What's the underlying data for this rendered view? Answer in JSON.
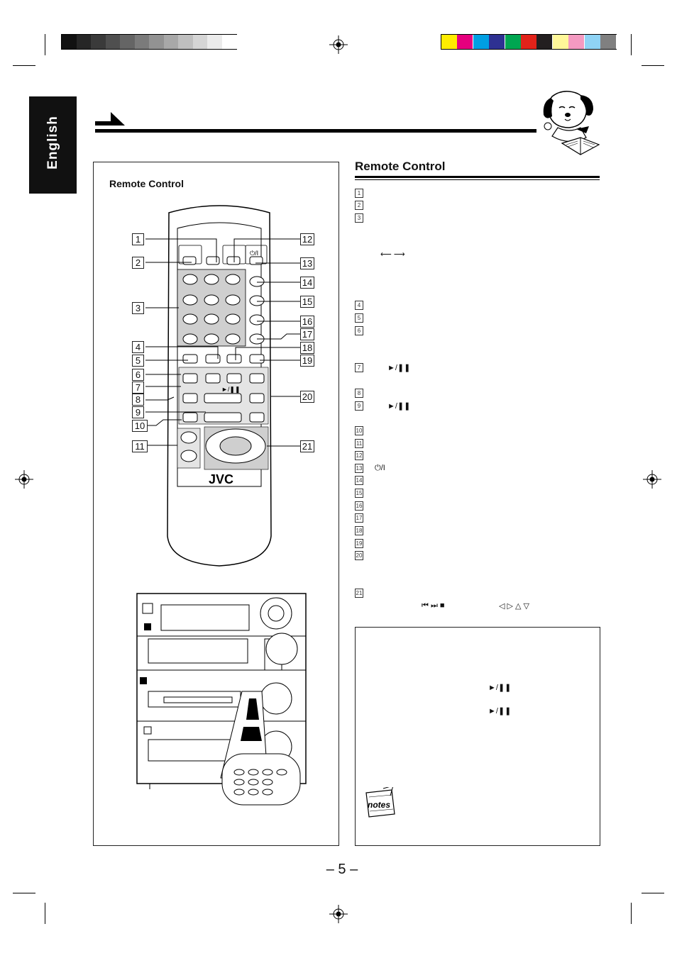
{
  "language_tab": "English",
  "left_panel": {
    "title": "Remote Control"
  },
  "right_section": {
    "title": "Remote Control"
  },
  "callouts_left": [
    "1",
    "2",
    "3",
    "4",
    "5",
    "6",
    "7",
    "8",
    "9",
    "10",
    "11"
  ],
  "callouts_right": [
    "12",
    "13",
    "14",
    "15",
    "16",
    "17",
    "18",
    "19",
    "20",
    "21"
  ],
  "item_numbers": [
    "1",
    "2",
    "3",
    "4",
    "5",
    "6",
    "7",
    "8",
    "9",
    "10",
    "11",
    "12",
    "13",
    "14",
    "15",
    "16",
    "17",
    "18",
    "19",
    "20",
    "21"
  ],
  "symbols": {
    "play_pause": "►/❚❚",
    "power": "⏻/I",
    "skip_group": "⏮  ⏭  ■",
    "cursor_group": "◁  ▷  △  ▽",
    "arrows": "⟵  ⟶"
  },
  "remote_labels": {
    "brand": "JVC",
    "power": "⏻/I",
    "play_pause": "►/❚❚"
  },
  "page_number": "– 5 –",
  "notes_label": "notes",
  "colors": {
    "gray_scale": [
      "#111111",
      "#262626",
      "#3a3a3a",
      "#4f4f4f",
      "#656565",
      "#7b7b7b",
      "#929292",
      "#a8a8a8",
      "#bfbfbf",
      "#d5d5d5",
      "#ebebeb",
      "#ffffff"
    ],
    "color_bar": [
      "#ffec00",
      "#e6007e",
      "#009fe3",
      "#2e3192",
      "#00a651",
      "#e2231a",
      "#231f20",
      "#fff799",
      "#f49ac1",
      "#8fd3f5",
      "#808080"
    ]
  }
}
